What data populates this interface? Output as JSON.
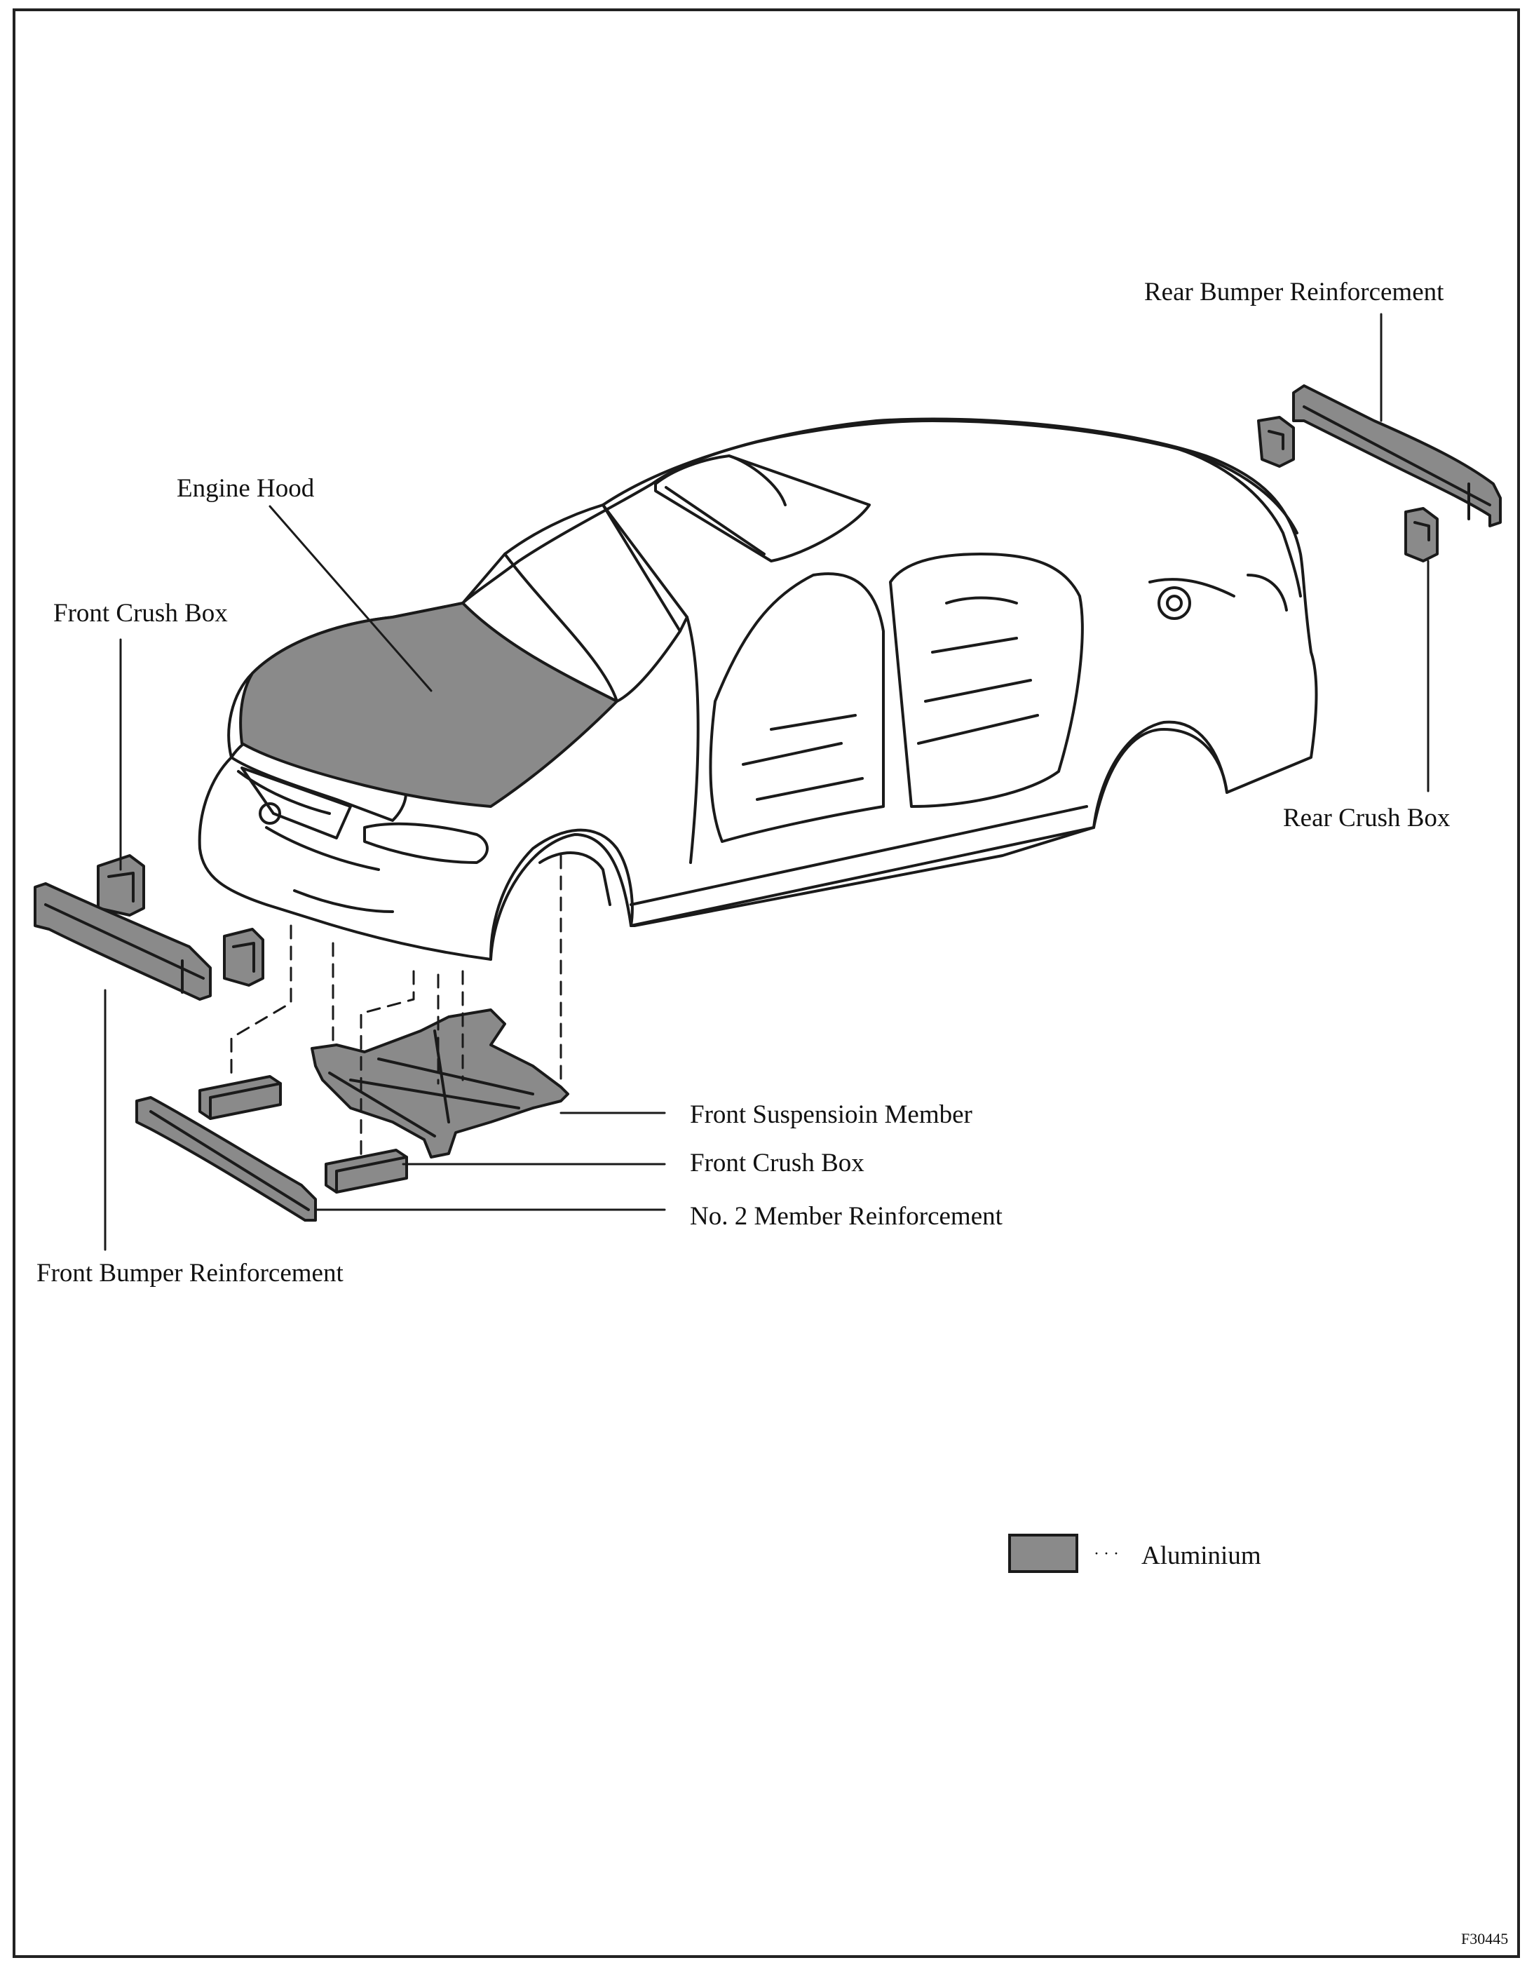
{
  "labels": {
    "rear_bumper_reinforcement": "Rear Bumper Reinforcement",
    "engine_hood": "Engine Hood",
    "front_crush_box_upper": "Front Crush Box",
    "rear_crush_box": "Rear Crush Box",
    "front_suspension_member": "Front Suspensioin Member",
    "front_crush_box_lower": "Front Crush Box",
    "no2_member_reinforcement": "No. 2 Member Reinforcement",
    "front_bumper_reinforcement": "Front Bumper Reinforcement"
  },
  "legend": {
    "swatch_color": "#8a8a8a",
    "dots": "· · ·",
    "label": "Aluminium"
  },
  "figure_code": "F30445",
  "colors": {
    "aluminium": "#8a8a8a",
    "line": "#1a1a1a"
  }
}
